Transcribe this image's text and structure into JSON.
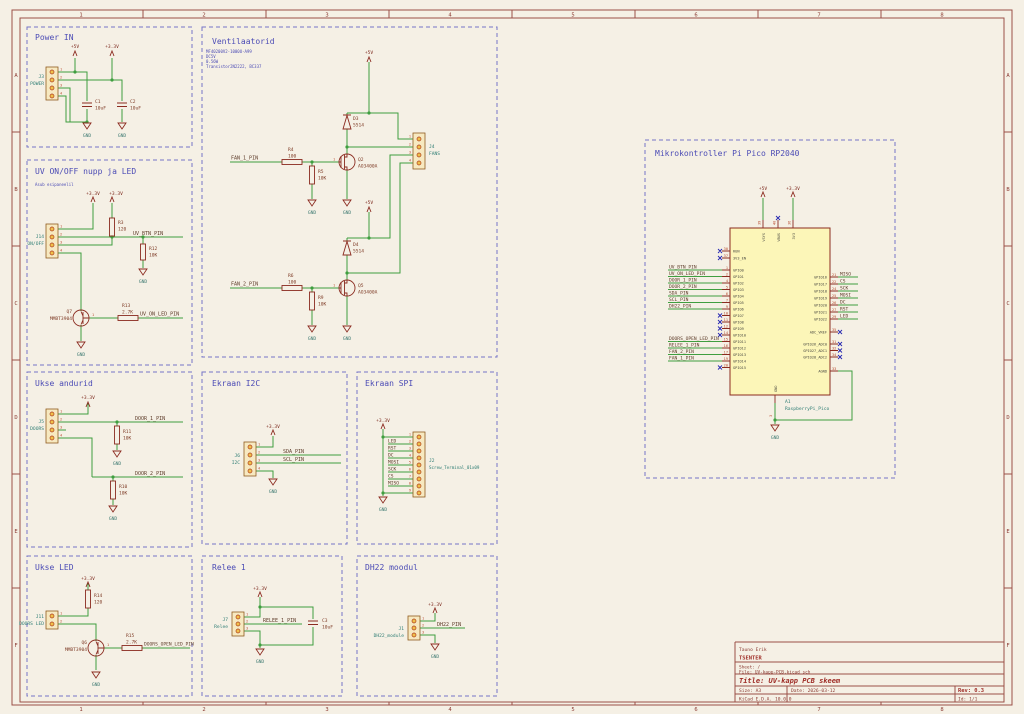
{
  "c": {
    "v5": "+5V",
    "v33": "+3.3V",
    "gnd": "GND",
    "n": [
      "1",
      "2",
      "3",
      "4",
      "5",
      "6",
      "7",
      "8",
      "9"
    ]
  },
  "frame": {
    "cols": [
      "1",
      "2",
      "3",
      "4",
      "5",
      "6",
      "7",
      "8"
    ],
    "rows": [
      "A",
      "B",
      "C",
      "D",
      "E",
      "F"
    ]
  },
  "pwr": {
    "title": "Power IN",
    "ref": "J3",
    "name": "POWER",
    "c1r": "C1",
    "c1v": "10uF",
    "c2r": "C2",
    "c2v": "10uF"
  },
  "uv": {
    "title": "UV ON/OFF nupp ja LED",
    "note": "Asub esipaneelil",
    "r3r": "R3",
    "r3v": "120",
    "ref": "J14",
    "name": "ON/OFF",
    "btn": "UV_BTN_PIN",
    "r12r": "R12",
    "r12v": "10K",
    "qr": "Q7",
    "qv": "MMBT3904",
    "r13r": "R13",
    "r13v": "2.7K",
    "led": "UV_ON_LED_PIN"
  },
  "drs": {
    "title": "Ukse andurid",
    "ref": "J5",
    "name": "DOORS",
    "d1": "DOOR_1_PIN",
    "r11r": "R11",
    "r11v": "10K",
    "d2": "DOOR_2_PIN",
    "r10r": "R10",
    "r10v": "10K"
  },
  "dled": {
    "title": "Ukse LED",
    "r14r": "R14",
    "r14v": "120",
    "ref": "J11",
    "name": "DOORS LED",
    "qr": "Q6",
    "qv": "MMBT3904",
    "r15r": "R15",
    "r15v": "2.7K",
    "lbl": "DOORS_OPEN_LED_PIN"
  },
  "fans": {
    "title": "Ventilaatorid",
    "n1": "MF40200V2-1000U-A99",
    "n2": "DC5V",
    "n3": "0.56W",
    "n4": "Transistor2N2222, BC337",
    "f1": "FAN_1_PIN",
    "f2": "FAN_2_PIN",
    "r4r": "R4",
    "r4v": "100",
    "r5r": "R5",
    "r5v": "10K",
    "r6r": "R6",
    "r6v": "100",
    "r9r": "R9",
    "r9v": "10K",
    "d3r": "D3",
    "d3v": "5514",
    "d4r": "D4",
    "d4v": "5514",
    "q2r": "Q2",
    "q2v": "AO3400A",
    "q5r": "Q5",
    "q5v": "AO3400A",
    "ref": "J4",
    "name": "FANS"
  },
  "i2c": {
    "title": "Ekraan I2C",
    "ref": "J6",
    "name": "I2C",
    "sda": "SDA_PIN",
    "scl": "SCL_PIN"
  },
  "spi": {
    "title": "Ekraan SPI",
    "ref": "J2",
    "name": "Screw_Terminal_01x09",
    "labels": [
      "LED",
      "RST",
      "DC",
      "MOSI",
      "SCK",
      "CS",
      "MISO"
    ]
  },
  "rly": {
    "title": "Relee 1",
    "ref": "J7",
    "name": "Relee",
    "lbl": "RELEE_1_PIN",
    "c3r": "C3",
    "c3v": "10uF"
  },
  "dh": {
    "title": "DH22 moodul",
    "ref": "J1",
    "name": "DH22_module",
    "lbl": "DH22_PIN"
  },
  "pico": {
    "title": "Mikrokontroller Pi Pico RP2040",
    "ref": "A1",
    "val": "RaspberryPi_Pico",
    "top": [
      {
        "num": "39",
        "name": "VSYS"
      },
      {
        "num": "40",
        "name": "VBUS"
      },
      {
        "num": "36",
        "name": "3V3"
      }
    ],
    "run": {
      "num": "30",
      "name": "RUN"
    },
    "en": {
      "num": "37",
      "name": "3V3_EN"
    },
    "left": [
      {
        "lbl": "UV_BTN_PIN",
        "num": "1",
        "name": "GPIO0"
      },
      {
        "lbl": "UV_ON_LED_PIN",
        "num": "2",
        "name": "GPIO1"
      },
      {
        "lbl": "DOOR_1_PIN",
        "num": "4",
        "name": "GPIO2"
      },
      {
        "lbl": "DOOR_2_PIN",
        "num": "5",
        "name": "GPIO3"
      },
      {
        "lbl": "SDA_PIN",
        "num": "6",
        "name": "GPIO4"
      },
      {
        "lbl": "SCL_PIN",
        "num": "7",
        "name": "GPIO5"
      },
      {
        "lbl": "DH22_PIN",
        "num": "9",
        "name": "GPIO6"
      },
      {
        "lbl": "",
        "num": "10",
        "name": "GPIO7"
      },
      {
        "lbl": "",
        "num": "11",
        "name": "GPIO8"
      },
      {
        "lbl": "",
        "num": "12",
        "name": "GPIO9"
      },
      {
        "lbl": "",
        "num": "14",
        "name": "GPIO10"
      },
      {
        "lbl": "DOORS_OPEN_LED_PIN",
        "num": "15",
        "name": "GPIO11"
      },
      {
        "lbl": "RELEE_1_PIN",
        "num": "16",
        "name": "GPIO12"
      },
      {
        "lbl": "FAN_2_PIN",
        "num": "17",
        "name": "GPIO13"
      },
      {
        "lbl": "FAN_1_PIN",
        "num": "19",
        "name": "GPIO14"
      },
      {
        "lbl": "",
        "num": "20",
        "name": "GPIO15"
      }
    ],
    "right": [
      {
        "lbl": "MISO",
        "num": "21",
        "name": "GPIO16"
      },
      {
        "lbl": "CS",
        "num": "22",
        "name": "GPIO17"
      },
      {
        "lbl": "SCK",
        "num": "24",
        "name": "GPIO18"
      },
      {
        "lbl": "MOSI",
        "num": "25",
        "name": "GPIO19"
      },
      {
        "lbl": "DC",
        "num": "26",
        "name": "GPIO20"
      },
      {
        "lbl": "RST",
        "num": "27",
        "name": "GPIO21"
      },
      {
        "lbl": "LED",
        "num": "29",
        "name": "GPIO22"
      }
    ],
    "adc": [
      {
        "num": "35",
        "name": "ADC_VREF"
      },
      {
        "num": "31",
        "name": "GPIO26_ADC0"
      },
      {
        "num": "32",
        "name": "GPIO27_ADC1"
      },
      {
        "num": "34",
        "name": "GPIO28_ADC2"
      }
    ],
    "agnd": {
      "num": "33",
      "name": "AGND"
    },
    "gndpin": {
      "num": "3",
      "name": "GND"
    }
  },
  "tb": {
    "author": "Tauno Erik",
    "company": "TSENTER",
    "sheet": "Sheet: /",
    "file": "File: UV-kapp-PCB.kicad_sch",
    "title": "Title: UV-kapp PCB skeem",
    "size": "Size: A3",
    "date": "Date: 2026-03-12",
    "rev": "Rev: 0.3",
    "tool": "KiCad E.D.A. 10.0.0",
    "id": "Id: 1/1"
  }
}
